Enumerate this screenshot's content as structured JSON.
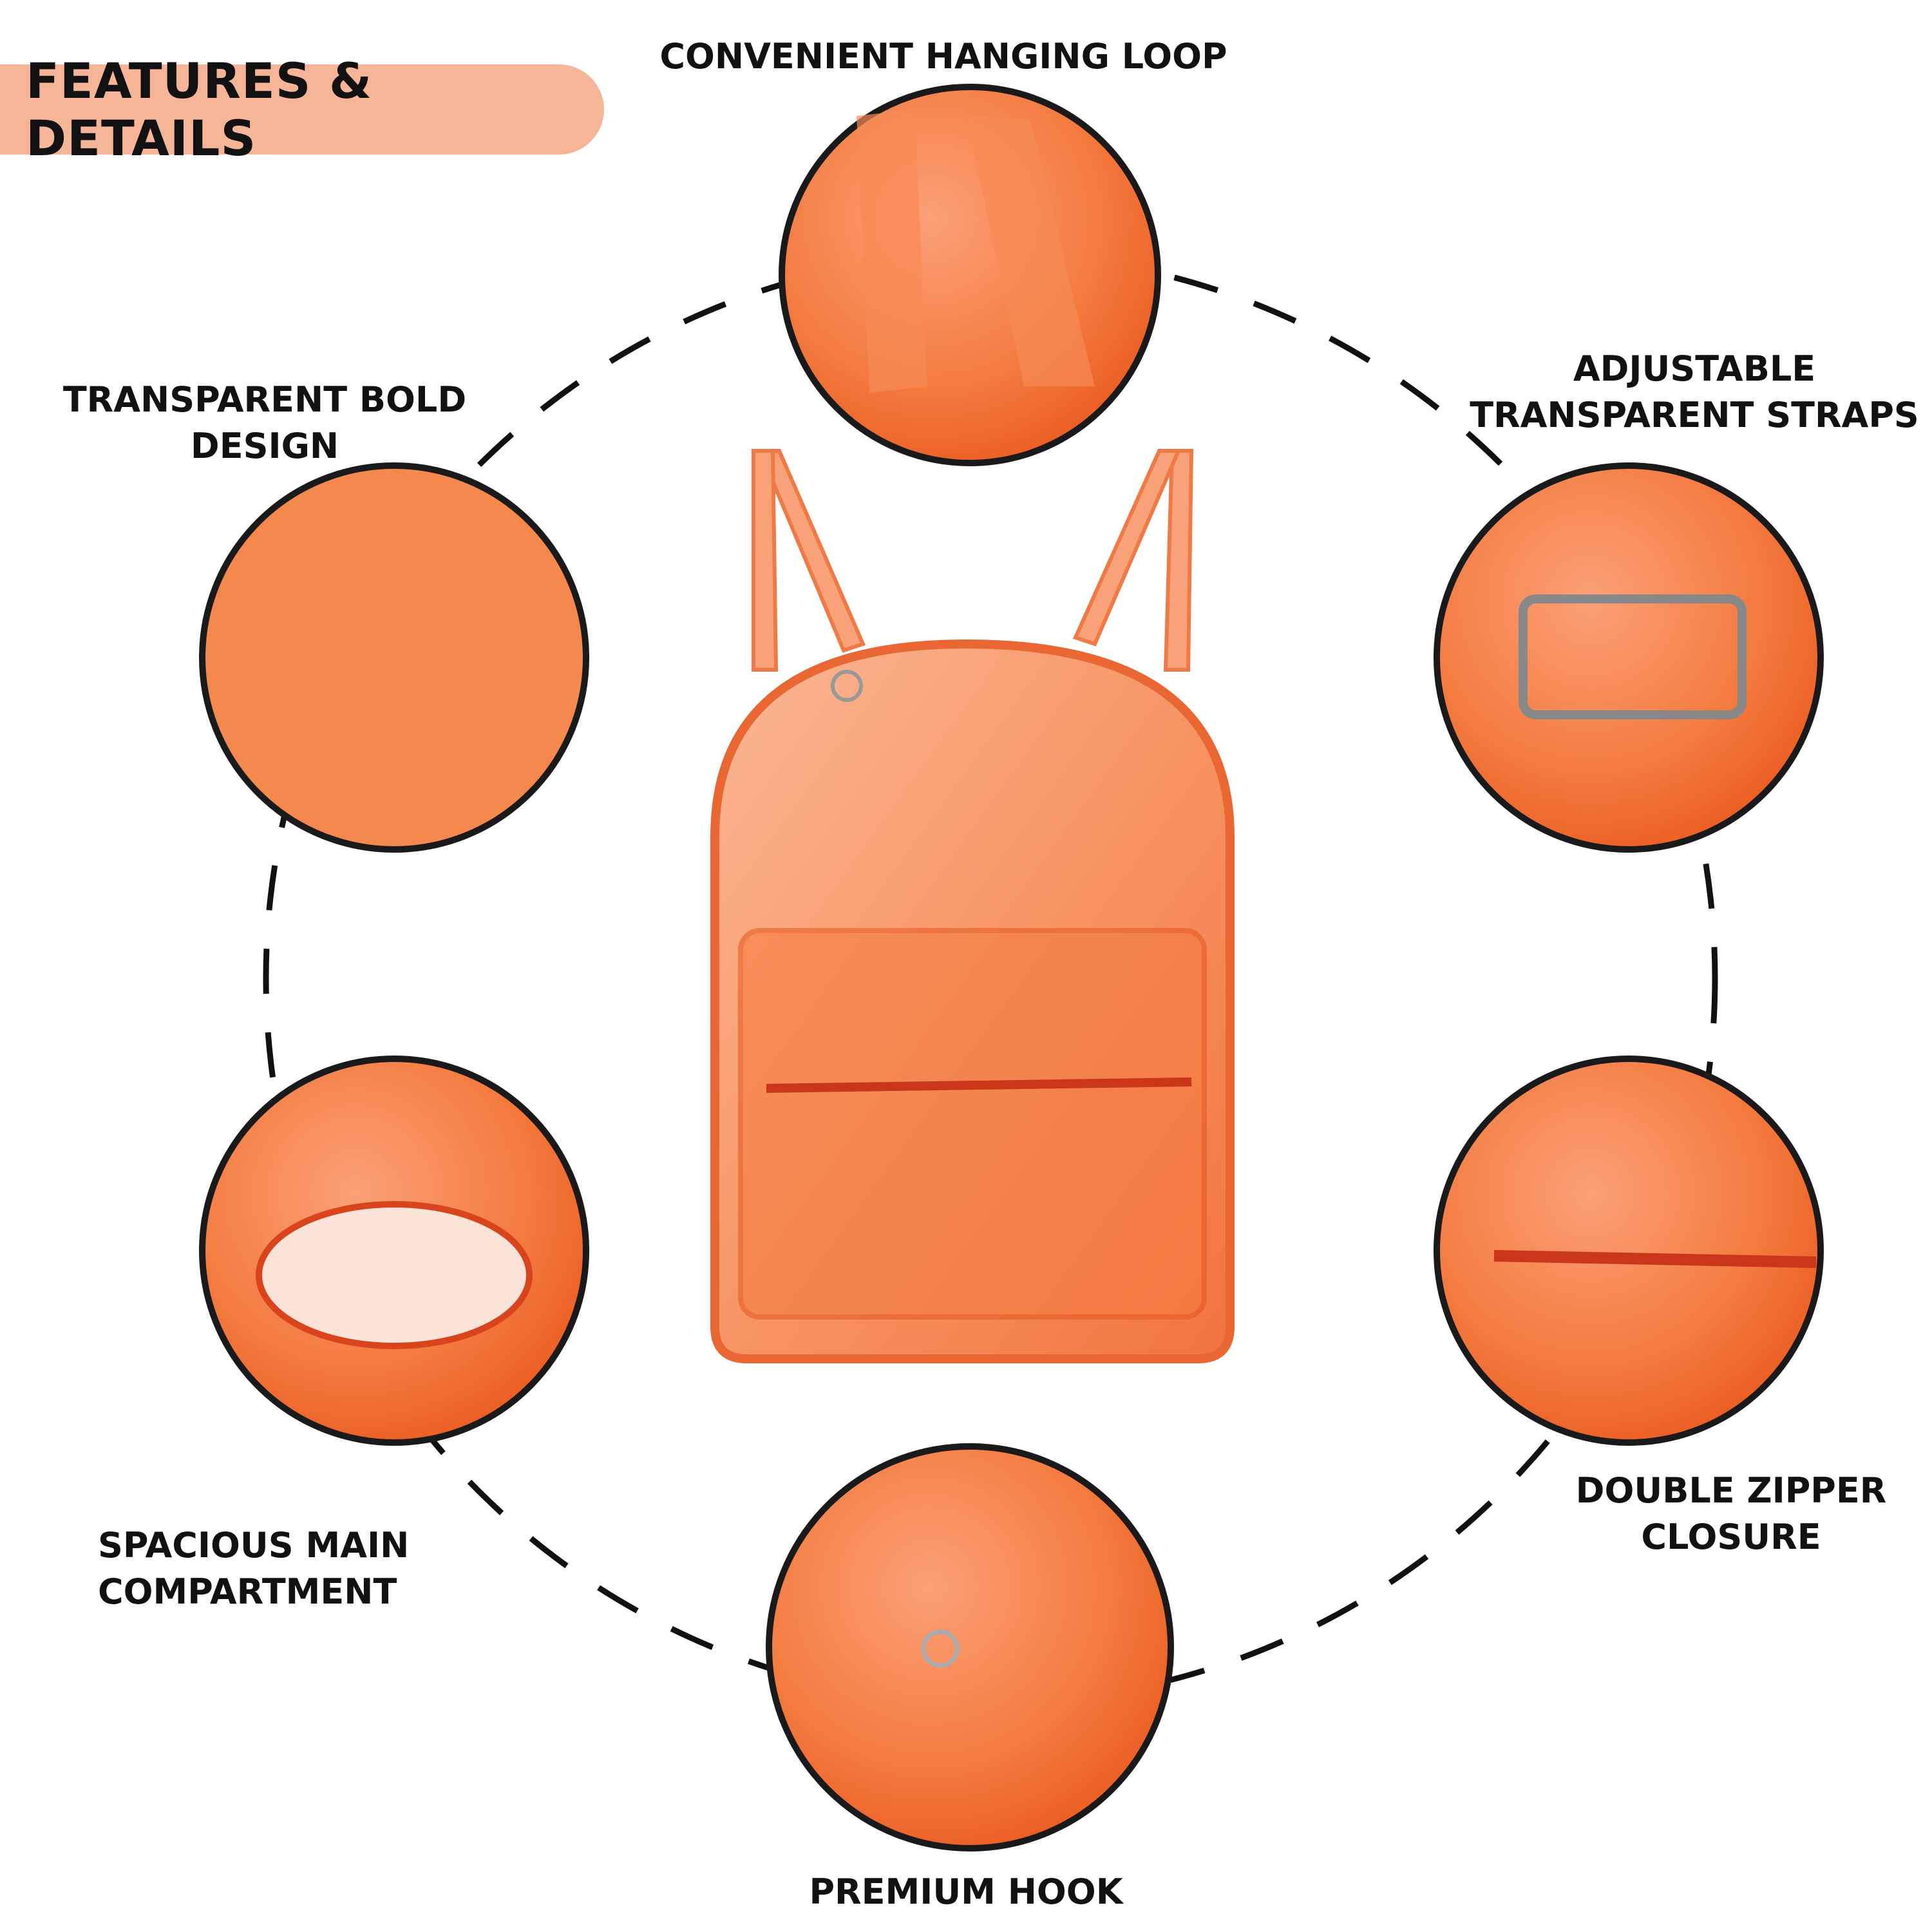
{
  "badge": "FEATURES & DETAILS",
  "features": {
    "hanging_loop": "CONVENIENT HANGING LOOP",
    "bold_design": [
      "TRANSPARENT BOLD",
      "DESIGN"
    ],
    "straps": [
      "ADJUSTABLE",
      "TRANSPARENT STRAPS"
    ],
    "compartment": [
      "SPACIOUS MAIN",
      "COMPARTMENT"
    ],
    "zipper": [
      "DOUBLE ZIPPER",
      "CLOSURE"
    ],
    "hook": "PREMIUM HOOK"
  },
  "colors": {
    "accent": "#f7b597",
    "product": "#f26a2a",
    "outline": "#1a1a1a"
  }
}
